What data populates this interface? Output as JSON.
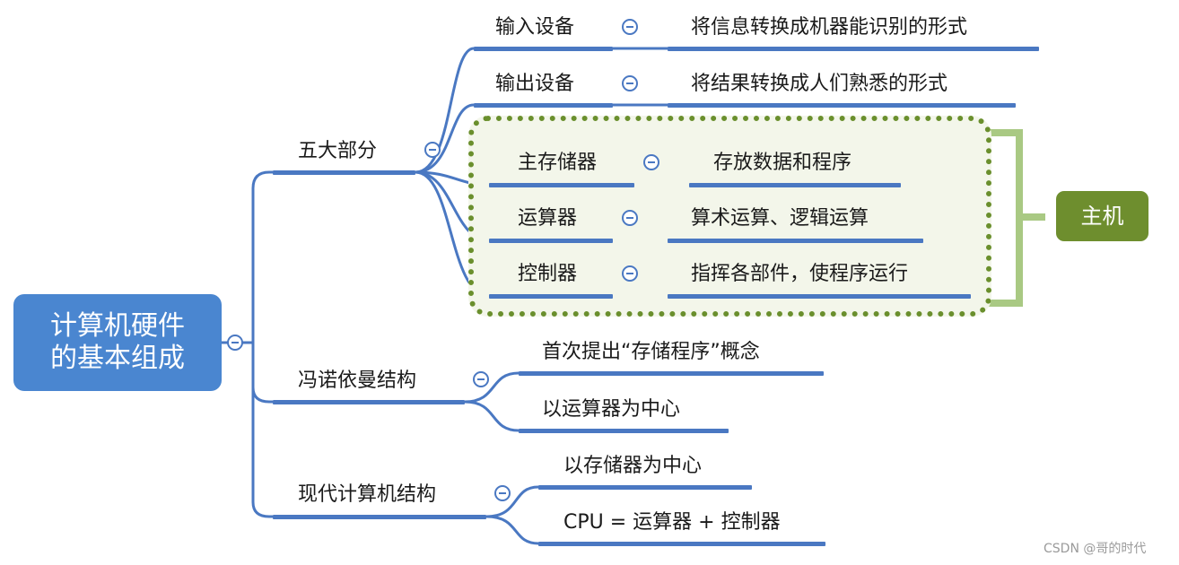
{
  "root": {
    "line1": "计算机硬件",
    "line2": "的基本组成"
  },
  "five_parts": {
    "label": "五大部分",
    "input": {
      "name": "输入设备",
      "desc": "将信息转换成机器能识别的形式"
    },
    "output": {
      "name": "输出设备",
      "desc": "将结果转换成人们熟悉的形式"
    },
    "memory": {
      "name": "主存储器",
      "desc": "存放数据和程序"
    },
    "alu": {
      "name": "运算器",
      "desc": "算术运算、逻辑运算"
    },
    "control": {
      "name": "控制器",
      "desc": "指挥各部件，使程序运行"
    },
    "host_label": "主机"
  },
  "von_neumann": {
    "label": "冯诺依曼结构",
    "items": [
      "首次提出“存储程序”概念",
      "以运算器为中心"
    ]
  },
  "modern": {
    "label": "现代计算机结构",
    "items": [
      "以存储器为中心",
      "CPU = 运算器 + 控制器"
    ]
  },
  "watermark": "CSDN @哥的时代",
  "colors": {
    "line": "#4a78c2",
    "root_fill": "#4a86d0",
    "host_border": "#6a8f2d",
    "host_fill": "#f3f6ea",
    "host_label_fill": "#6e8e2e",
    "bracket": "#a9c983"
  }
}
